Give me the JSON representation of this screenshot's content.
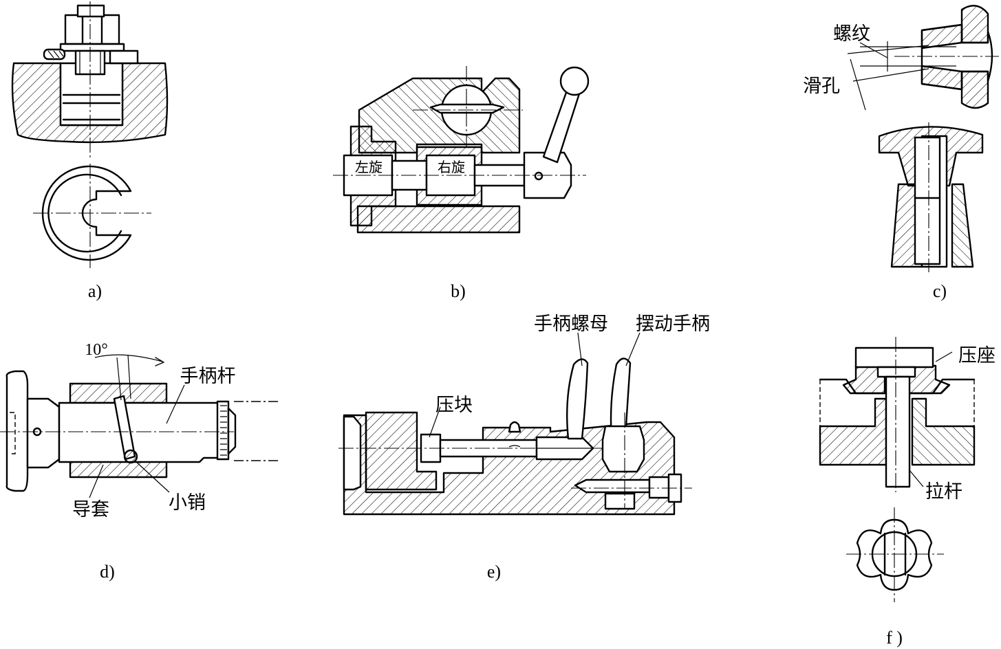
{
  "captions": {
    "a": "a)",
    "b": "b)",
    "c": "c)",
    "d": "d)",
    "e": "e)",
    "f": "f )"
  },
  "labels": {
    "b_left_thread": "左旋",
    "b_right_thread": "右旋",
    "c_thread": "螺纹",
    "c_slide_hole": "滑孔",
    "d_angle": "10°",
    "d_handle_rod": "手柄杆",
    "d_guide_sleeve": "导套",
    "d_small_pin": "小销",
    "e_press_block": "压块",
    "e_handle_nut": "手柄螺母",
    "e_swing_handle": "摆动手柄",
    "f_press_seat": "压座",
    "f_pull_rod": "拉杆"
  }
}
